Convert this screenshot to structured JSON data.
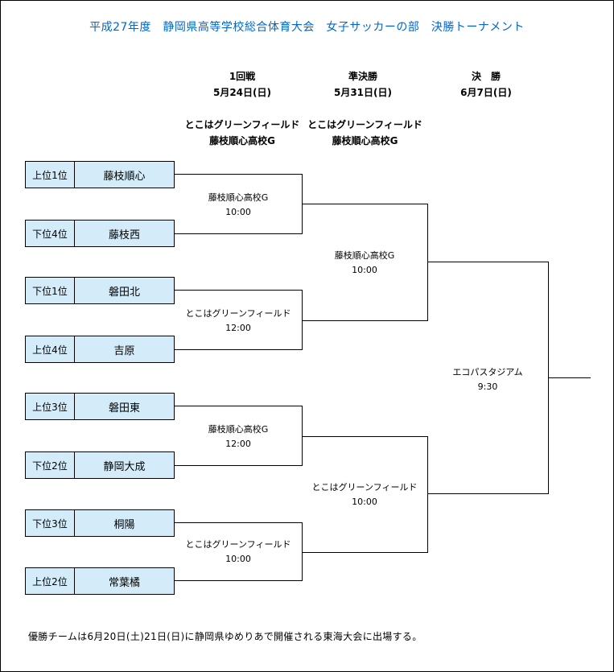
{
  "title": "平成27年度　静岡県高等学校総合体育大会　女子サッカーの部　決勝トーナメント",
  "rounds": [
    {
      "name": "1回戦",
      "date": "5月24日(日)",
      "venue1": "とこはグリーンフィールド",
      "venue2": "藤枝順心高校G"
    },
    {
      "name": "準決勝",
      "date": "5月31日(日)",
      "venue1": "とこはグリーンフィールド",
      "venue2": "藤枝順心高校G"
    },
    {
      "name": "決　勝",
      "date": "6月7日(日)"
    }
  ],
  "teams": [
    {
      "seed": "上位1位",
      "name": "藤枝順心"
    },
    {
      "seed": "下位4位",
      "name": "藤枝西"
    },
    {
      "seed": "下位1位",
      "name": "磐田北"
    },
    {
      "seed": "上位4位",
      "name": "吉原"
    },
    {
      "seed": "上位3位",
      "name": "磐田東"
    },
    {
      "seed": "下位2位",
      "name": "静岡大成"
    },
    {
      "seed": "下位3位",
      "name": "桐陽"
    },
    {
      "seed": "上位2位",
      "name": "常葉橘"
    }
  ],
  "matches_r1": [
    {
      "venue": "藤枝順心高校G",
      "time": "10:00"
    },
    {
      "venue": "とこはグリーンフィールド",
      "time": "12:00"
    },
    {
      "venue": "藤枝順心高校G",
      "time": "12:00"
    },
    {
      "venue": "とこはグリーンフィールド",
      "time": "10:00"
    }
  ],
  "matches_sf": [
    {
      "venue": "藤枝順心高校G",
      "time": "10:00"
    },
    {
      "venue": "とこはグリーンフィールド",
      "time": "10:00"
    }
  ],
  "final": {
    "venue": "エコパスタジアム",
    "time": "9:30"
  },
  "note": "優勝チームは6月20日(土)21日(日)に静岡県ゆめりあで開催される東海大会に出場する。"
}
